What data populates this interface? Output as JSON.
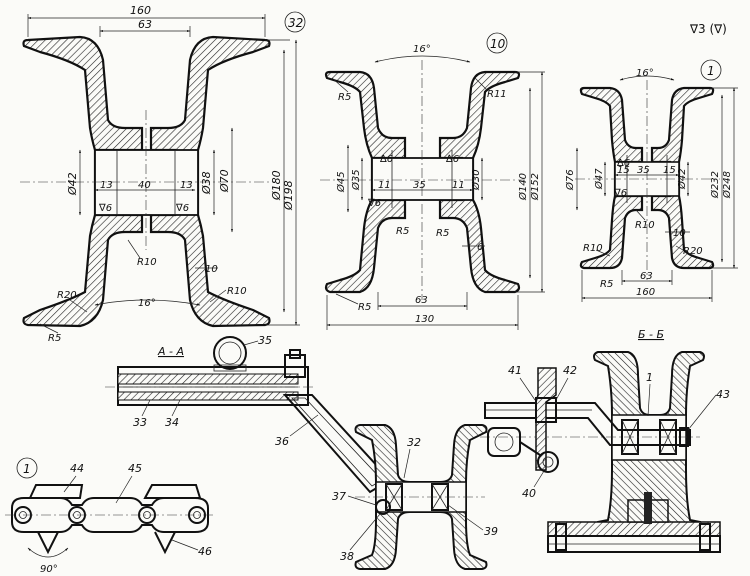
{
  "surface_mark": "∇3 (∇)",
  "roller_32": {
    "number": "32",
    "dims": {
      "overall_width": "160",
      "hub_width": "63",
      "bore_left": "Ø42",
      "hub_outer": "Ø70",
      "bore_right": "Ø38",
      "seat_left": "13",
      "span": "40",
      "seat_right": "13",
      "finish_left": "∇6",
      "finish_right": "∇6",
      "radius_web": "R10",
      "web_thk": "10",
      "radius_rim": "R10",
      "radius_edge": "R20",
      "angle": "16°",
      "radius_corner": "R5",
      "dia_inner": "Ø180",
      "dia_outer": "Ø198"
    }
  },
  "roller_10": {
    "number": "10",
    "dims": {
      "angle": "16°",
      "radius_top_left": "R5",
      "radius_top_right": "R11",
      "bore_left_outer": "Ø45",
      "bore_left": "Ø35",
      "seat_left": "11",
      "span": "35",
      "seat_right": "11",
      "bore_right": "Ø30",
      "finish_tl": "∆6",
      "finish_tr": "∆6",
      "finish_bl": "∇6",
      "radius_web_l": "R5",
      "radius_web_r": "R5",
      "web_thk": "6",
      "radius_bottom": "R5",
      "hub_width": "63",
      "overall_width": "130",
      "dia_inner": "Ø140",
      "dia_outer": "Ø152"
    }
  },
  "roller_1": {
    "number": "1",
    "dims": {
      "angle": "16°",
      "bore_outer": "Ø76",
      "bore_left": "Ø47",
      "finish_tl": "∆6",
      "seat_left": "15",
      "span": "35",
      "seat_right": "15",
      "bore_right": "Ø42",
      "finish_bl": "∇6",
      "radius_web": "R10",
      "web_thk": "10",
      "radius_left": "R10",
      "radius_right": "R20",
      "radius_bottom": "R5",
      "hub_width": "63",
      "overall_width": "160",
      "dia_inner": "Ø232",
      "dia_outer": "Ø248"
    }
  },
  "assembly_aa": {
    "section_label": "A - A",
    "callouts": [
      "35",
      "33",
      "34",
      "36",
      "32",
      "37",
      "38",
      "39"
    ]
  },
  "assembly_bb": {
    "section_label": "Б - Б",
    "callouts": [
      "41",
      "42",
      "1",
      "43",
      "40"
    ]
  },
  "chain_detail": {
    "marker": "1",
    "callouts": [
      "44",
      "45",
      "46"
    ],
    "angle": "90°"
  }
}
